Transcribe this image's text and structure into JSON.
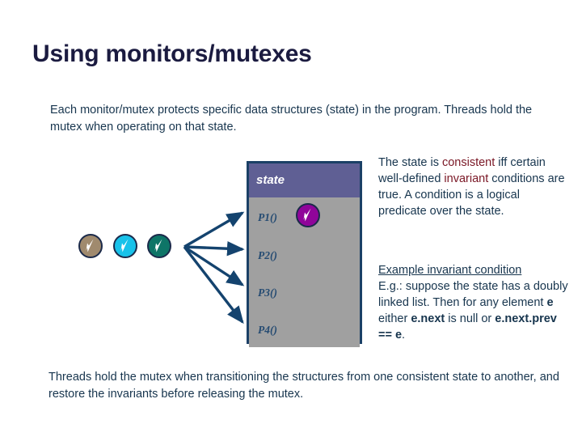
{
  "slide": {
    "title": "Using monitors/mutexes",
    "intro": "Each monitor/mutex protects specific data structures (state) in the program.  Threads hold the mutex when operating on that state.",
    "closing": "Threads hold the mutex when transitioning the structures from one consistent state to another, and restore the invariants before releasing the mutex."
  },
  "diagram": {
    "state_box": {
      "header_label": "state",
      "header_color": "#5f5f94",
      "row_color": "#a0a0a0",
      "border_color": "#1b4066",
      "rows": [
        {
          "label": "P1()",
          "has_thread": true
        },
        {
          "label": "P2()",
          "has_thread": false
        },
        {
          "label": "P3()",
          "has_thread": false
        },
        {
          "label": "P4()",
          "has_thread": false
        }
      ]
    },
    "threads": [
      {
        "name": "thread-a",
        "color": "#a08a6e"
      },
      {
        "name": "thread-b",
        "color": "#18c2ea"
      },
      {
        "name": "thread-c",
        "color": "#0e7567"
      },
      {
        "name": "thread-in-p1",
        "color": "#90059a"
      }
    ],
    "arrow_color": "#14436e",
    "arrow_count": 4
  },
  "notes": {
    "consistent": {
      "pre1": "The state is ",
      "hl1": "consistent",
      "mid1": " iff certain well-defined ",
      "hl2": "invariant",
      "post": " conditions are true.  A condition is a logical predicate over the state."
    },
    "example": {
      "heading": "Example invariant condition",
      "line_a": "E.g.: suppose the state has a doubly linked list.  Then for any element ",
      "bold_a": "e",
      "line_b": " either ",
      "bold_b": "e.next",
      "line_c": " is null or ",
      "bold_c": "e.next.prev == e",
      "line_d": "."
    }
  },
  "colors": {
    "title": "#1b1b40",
    "body_text": "#17354e",
    "highlight": "#7a1725",
    "background": "#ffffff"
  }
}
